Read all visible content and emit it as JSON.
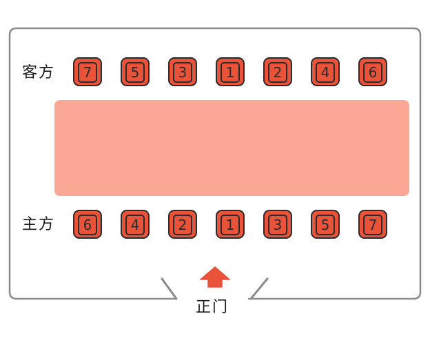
{
  "labels": {
    "guest_side": "客方",
    "host_side": "主方",
    "entrance": "正门"
  },
  "guest_seats": [
    "7",
    "5",
    "3",
    "1",
    "2",
    "4",
    "6"
  ],
  "host_seats": [
    "6",
    "4",
    "2",
    "1",
    "3",
    "5",
    "7"
  ],
  "colors": {
    "seat_fill": "#e8533a",
    "table_fill": "#fba796",
    "arrow_fill": "#e8533a",
    "outline": "#2b2b2b",
    "room_border": "#8a8a8a"
  }
}
